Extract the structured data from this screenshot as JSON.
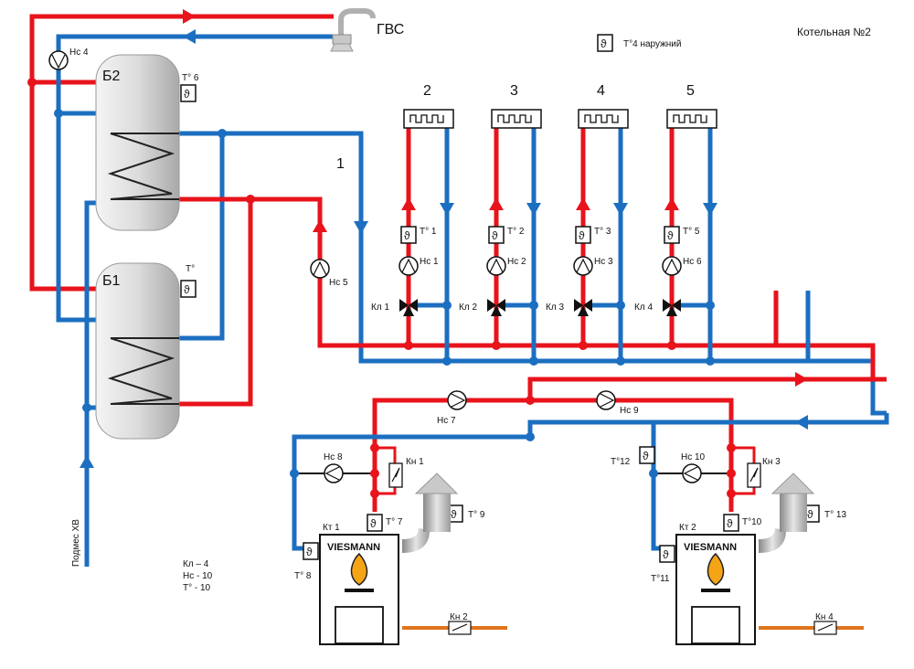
{
  "diagram": {
    "title": "Котельная №2",
    "dhw_label": "ГВС",
    "outdoor_sensor_label": "Т°4 наружний",
    "cold_water_label": "Подмес ХВ",
    "loop_1": "1",
    "tanks": {
      "b2": "Б2",
      "b1": "Б1",
      "t6": "Т° 6",
      "t_b1": "Т°"
    },
    "circuits": [
      {
        "num": "2",
        "sensor": "Т° 1",
        "pump": "Нс 1",
        "valve": "Кл 1"
      },
      {
        "num": "3",
        "sensor": "Т° 2",
        "pump": "Нс 2",
        "valve": "Кл 2"
      },
      {
        "num": "4",
        "sensor": "Т° 3",
        "pump": "Нс 3",
        "valve": "Кл 3"
      },
      {
        "num": "5",
        "sensor": "Т° 5",
        "pump": "Нс 6",
        "valve": "Кл 4"
      }
    ],
    "pumps": {
      "ns4": "Нс 4",
      "ns5": "Нс 5",
      "ns7": "Нс 7",
      "ns9": "Нс 9",
      "ns8": "Нс 8",
      "ns10": "Нс 10"
    },
    "boiler1": {
      "kt": "Кт 1",
      "kn_top": "Кн 1",
      "kn_gas": "Кн 2",
      "t_out": "Т° 7",
      "t_flue": "Т° 9",
      "t_ret": "Т° 8",
      "brand": "VIESMANN"
    },
    "boiler2": {
      "kt": "Кт 2",
      "kn_top": "Кн 3",
      "kn_gas": "Кн 4",
      "t_out": "Т°10",
      "t_flue": "Т° 13",
      "t_ret": "Т°11",
      "t_12": "Т°12",
      "brand": "VIESMANN"
    },
    "legend": {
      "valves": "Кл – 4",
      "pumps": "Нс - 10",
      "sensors": "Т° - 10"
    },
    "colors": {
      "supply": "#e8131b",
      "return": "#1c6fc0",
      "gas": "#e0741c"
    }
  }
}
